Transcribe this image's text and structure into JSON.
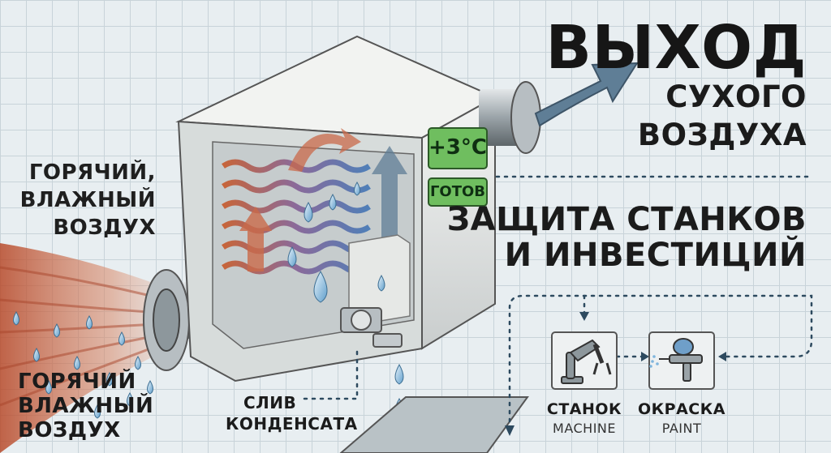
{
  "title": {
    "line1": "ВЫХОД",
    "line2": "СУХОГО",
    "line3": "ВОЗДУХА"
  },
  "protection": {
    "line1": "ЗАЩИТА СТАНКОВ",
    "line2": "И ИНВЕСТИЦИЙ"
  },
  "inlet_label_top": {
    "line1": "ГОРЯЧИЙ,",
    "line2": "ВЛАЖНЫЙ",
    "line3": "ВОЗДУХ"
  },
  "inlet_label_bottom": {
    "line1": "ГОРЯЧИЙ",
    "line2": "ВЛАЖНЫЙ",
    "line3": "ВОЗДУХ"
  },
  "drain": {
    "line1": "СЛИВ",
    "line2": "КОНДЕНСАТА"
  },
  "display": {
    "temperature": "+3°C",
    "status": "ГОТОВ"
  },
  "stations": [
    {
      "name": "СТАНОК",
      "sub": "MACHINE",
      "icon": "robot-arm-icon"
    },
    {
      "name": "ОКРАСКА",
      "sub": "PAINT",
      "icon": "spray-gun-icon"
    }
  ],
  "colors": {
    "background": "#e8eef1",
    "display_green": "#6fbe5f",
    "hot_air": "#c96a4a",
    "dry_air_arrow": "#5f7e96",
    "water_drop": "#7fb5dd"
  }
}
